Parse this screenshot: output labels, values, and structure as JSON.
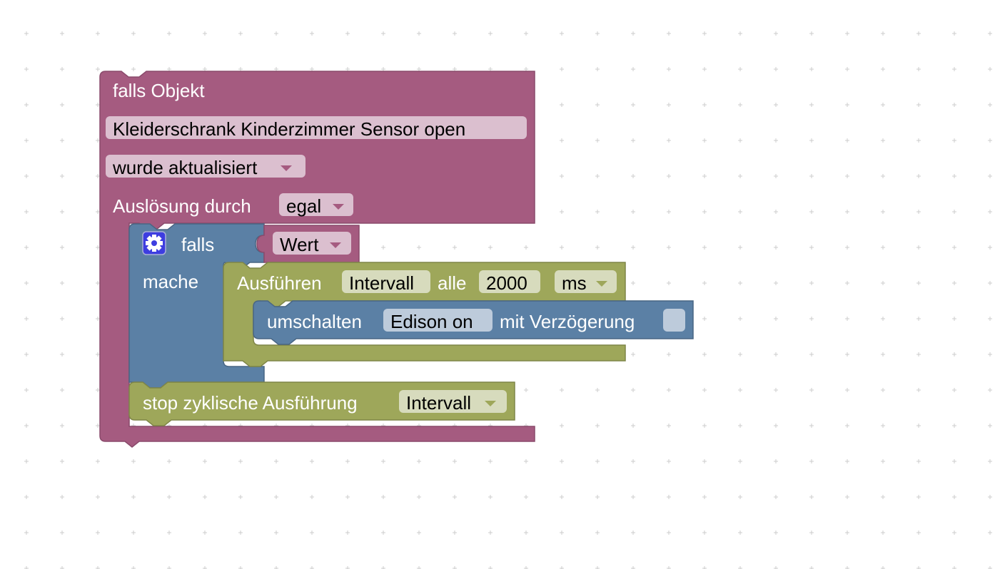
{
  "colors": {
    "event_block": "#a55b80",
    "event_block_dark": "#8a4a6b",
    "event_field": "#dbbfcf",
    "logic_block": "#5b80a5",
    "logic_block_dark": "#496684",
    "logic_field": "#bdcbdb",
    "timer_block": "#9ea75a",
    "timer_block_dark": "#7f8648",
    "timer_field": "#d7dbbd",
    "mutator": "#3d3de0",
    "grid": "#cccccc"
  },
  "trigger_block": {
    "title": "falls Objekt",
    "object_id": "Kleiderschrank Kinderzimmer Sensor open",
    "condition": "wurde aktualisiert",
    "trigger_label": "Auslösung durch",
    "trigger_value": "egal"
  },
  "if_block": {
    "if_label": "falls",
    "do_label": "mache",
    "condition_value": "Wert",
    "mutator_icon": "gear-icon"
  },
  "interval_block": {
    "label": "Ausführen",
    "name": "Intervall",
    "every_label": "alle",
    "interval_value": "2000",
    "unit": "ms"
  },
  "toggle_block": {
    "label": "umschalten",
    "target": "Edison on",
    "delay_label": "mit Verzögerung",
    "delay_checked": false
  },
  "stop_block": {
    "label": "stop zyklische Ausführung",
    "name": "Intervall"
  }
}
